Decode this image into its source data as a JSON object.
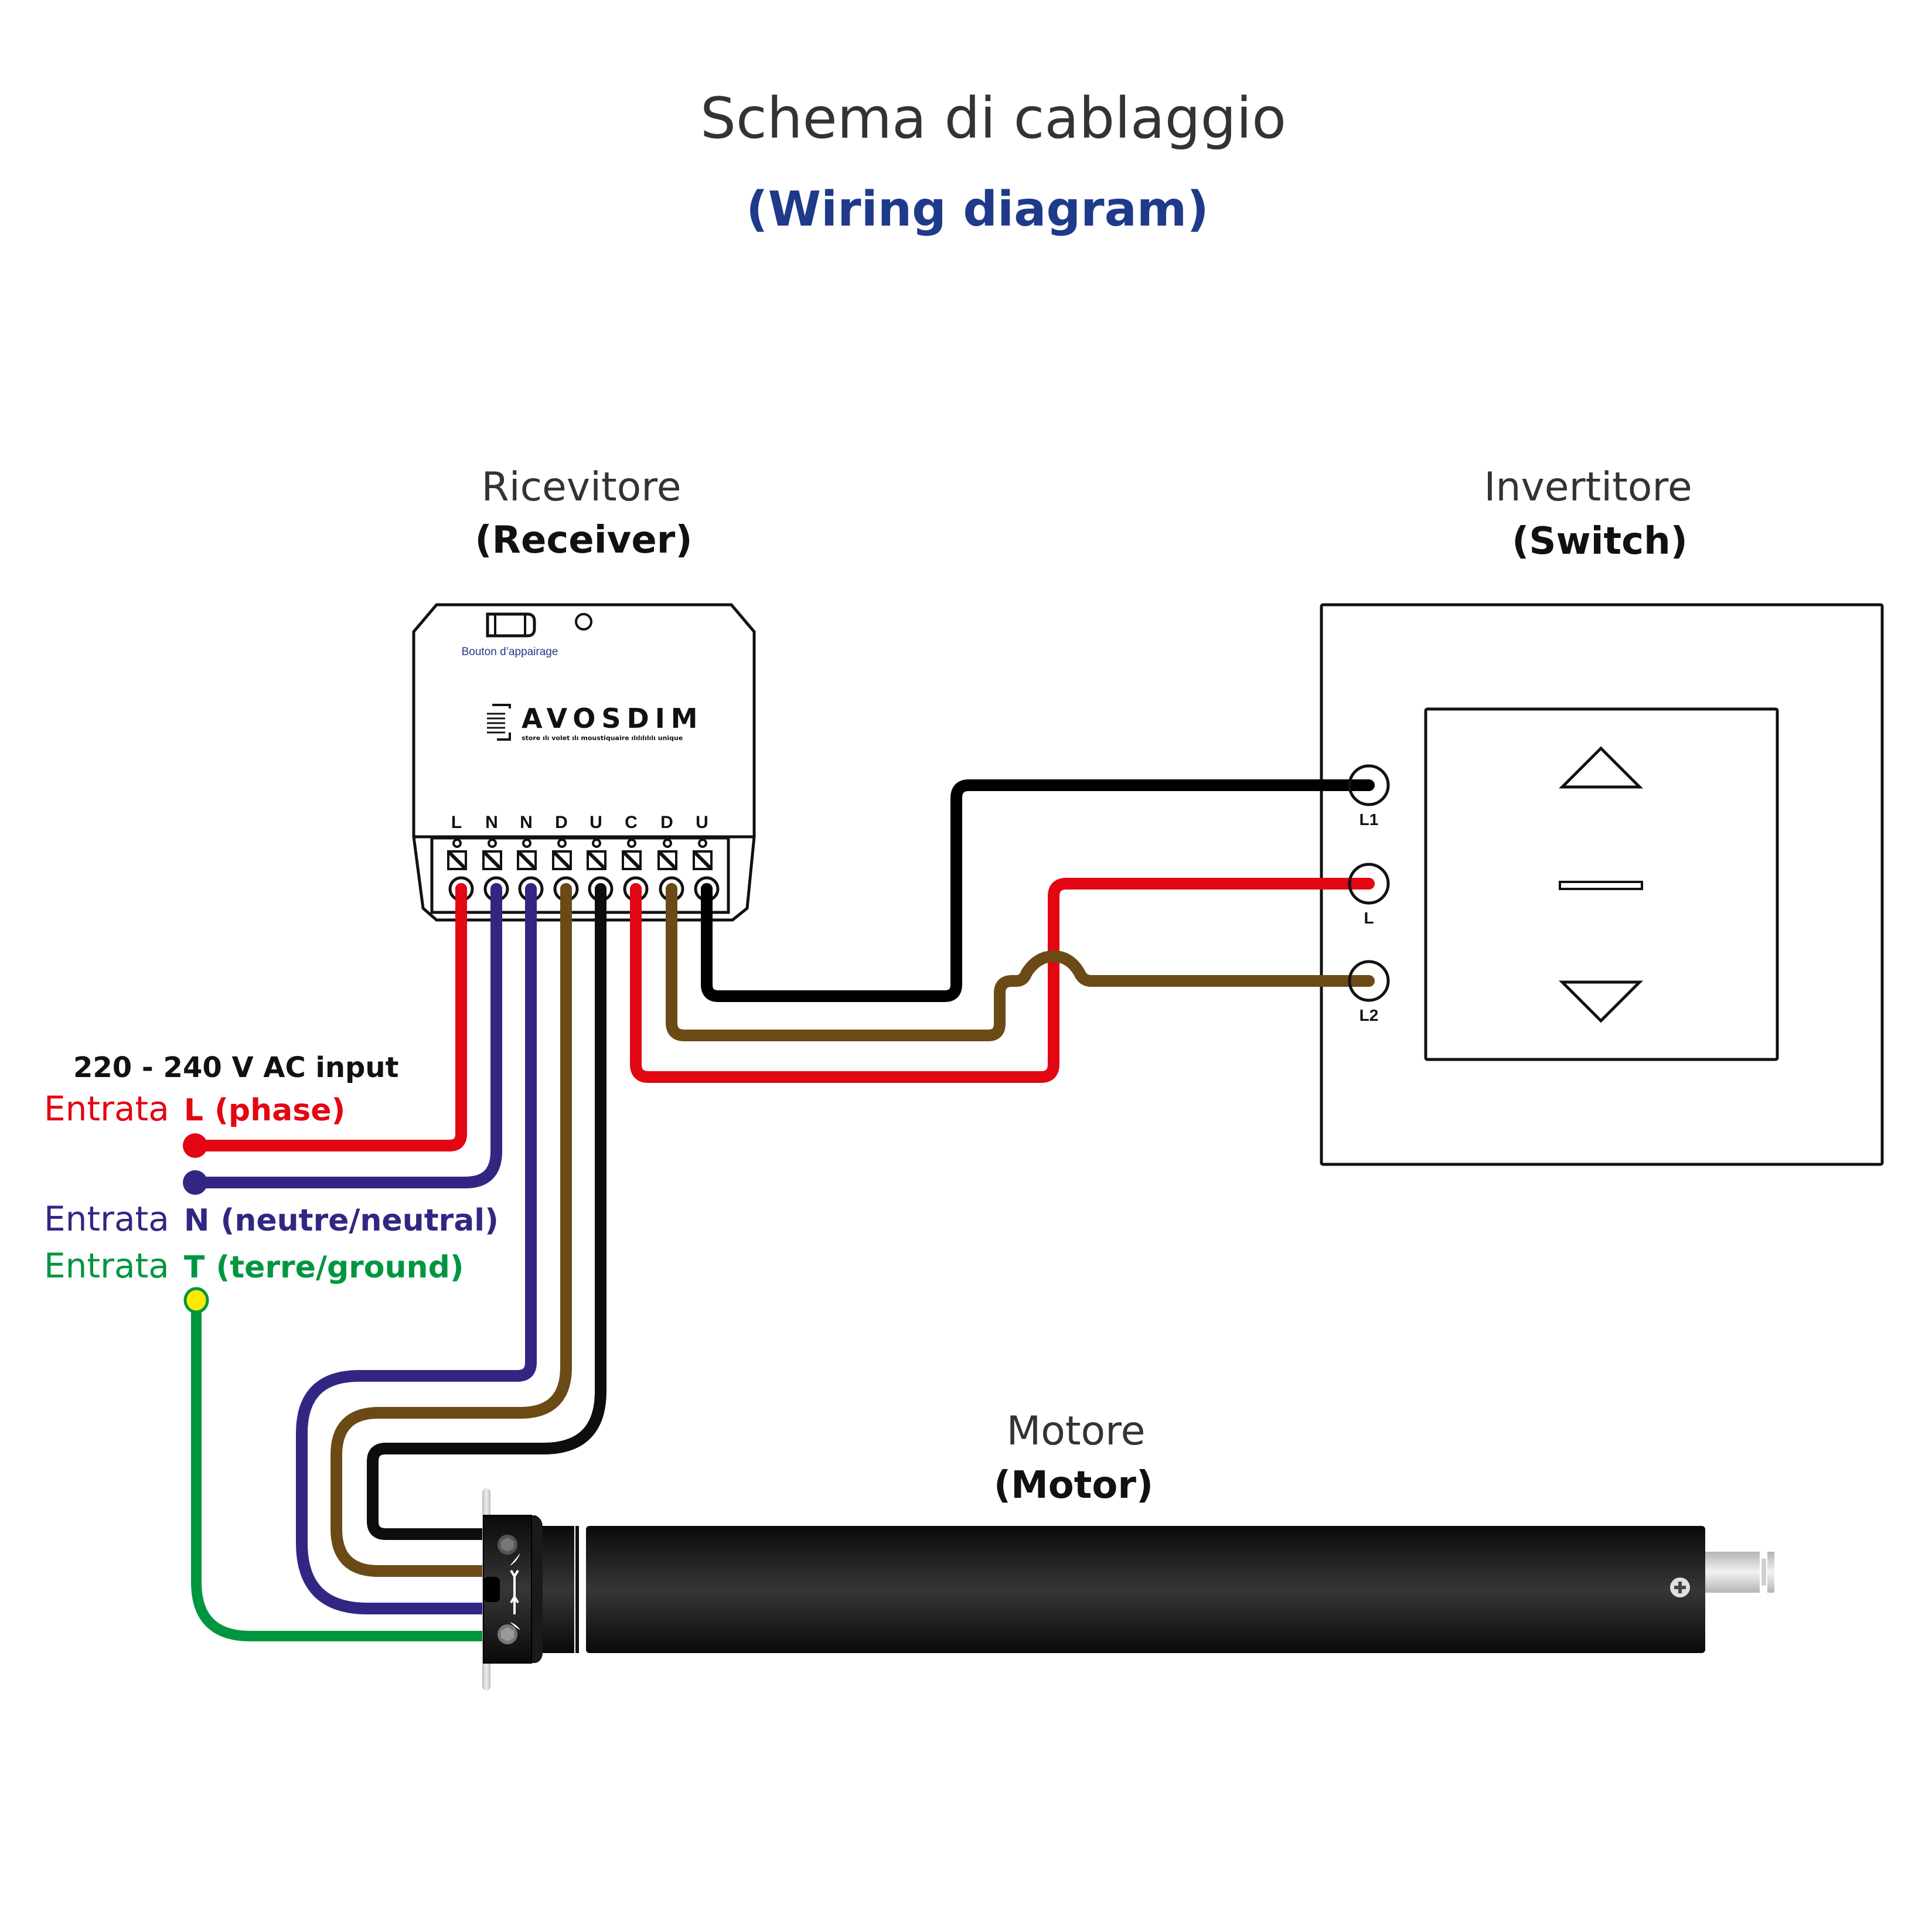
{
  "header": {
    "title": "Schema di cablaggio",
    "subtitle": "(Wiring diagram)"
  },
  "receiver": {
    "label": "Ricevitore",
    "label_en": "(Receiver)",
    "pairing_button_label": "Bouton d’appairage",
    "brand": "AVOSDIM",
    "tagline": "store ılı volet ılı moustiquaire ılılılılılı unique",
    "terminals": [
      "L",
      "N",
      "N",
      "D",
      "U",
      "C",
      "D",
      "U"
    ]
  },
  "switch": {
    "label": "Invertitore",
    "label_en": "(Switch)",
    "terminals": [
      "L1",
      "L",
      "L2"
    ],
    "buttons": [
      "up",
      "stop",
      "down"
    ]
  },
  "motor": {
    "label": "Motore",
    "label_en": "(Motor)"
  },
  "power_input": {
    "voltage": "220 - 240 V AC input",
    "lines": [
      {
        "prefix": "Entrata",
        "code": "L",
        "desc": "(phase)",
        "color": "#e30613"
      },
      {
        "prefix": "Entrata",
        "code": "N",
        "desc": "(neutre/neutral)",
        "color": "#312783"
      },
      {
        "prefix": "Entrata",
        "code": "T",
        "desc": "(terre/ground)",
        "color": "#009640"
      }
    ]
  },
  "wire_colors": {
    "phase": "#e30613",
    "neutral": "#312783",
    "brown": "#6b4a16",
    "black": "#0d0d0d",
    "ground": "#009640",
    "ground_tip": "#ffeb00"
  }
}
